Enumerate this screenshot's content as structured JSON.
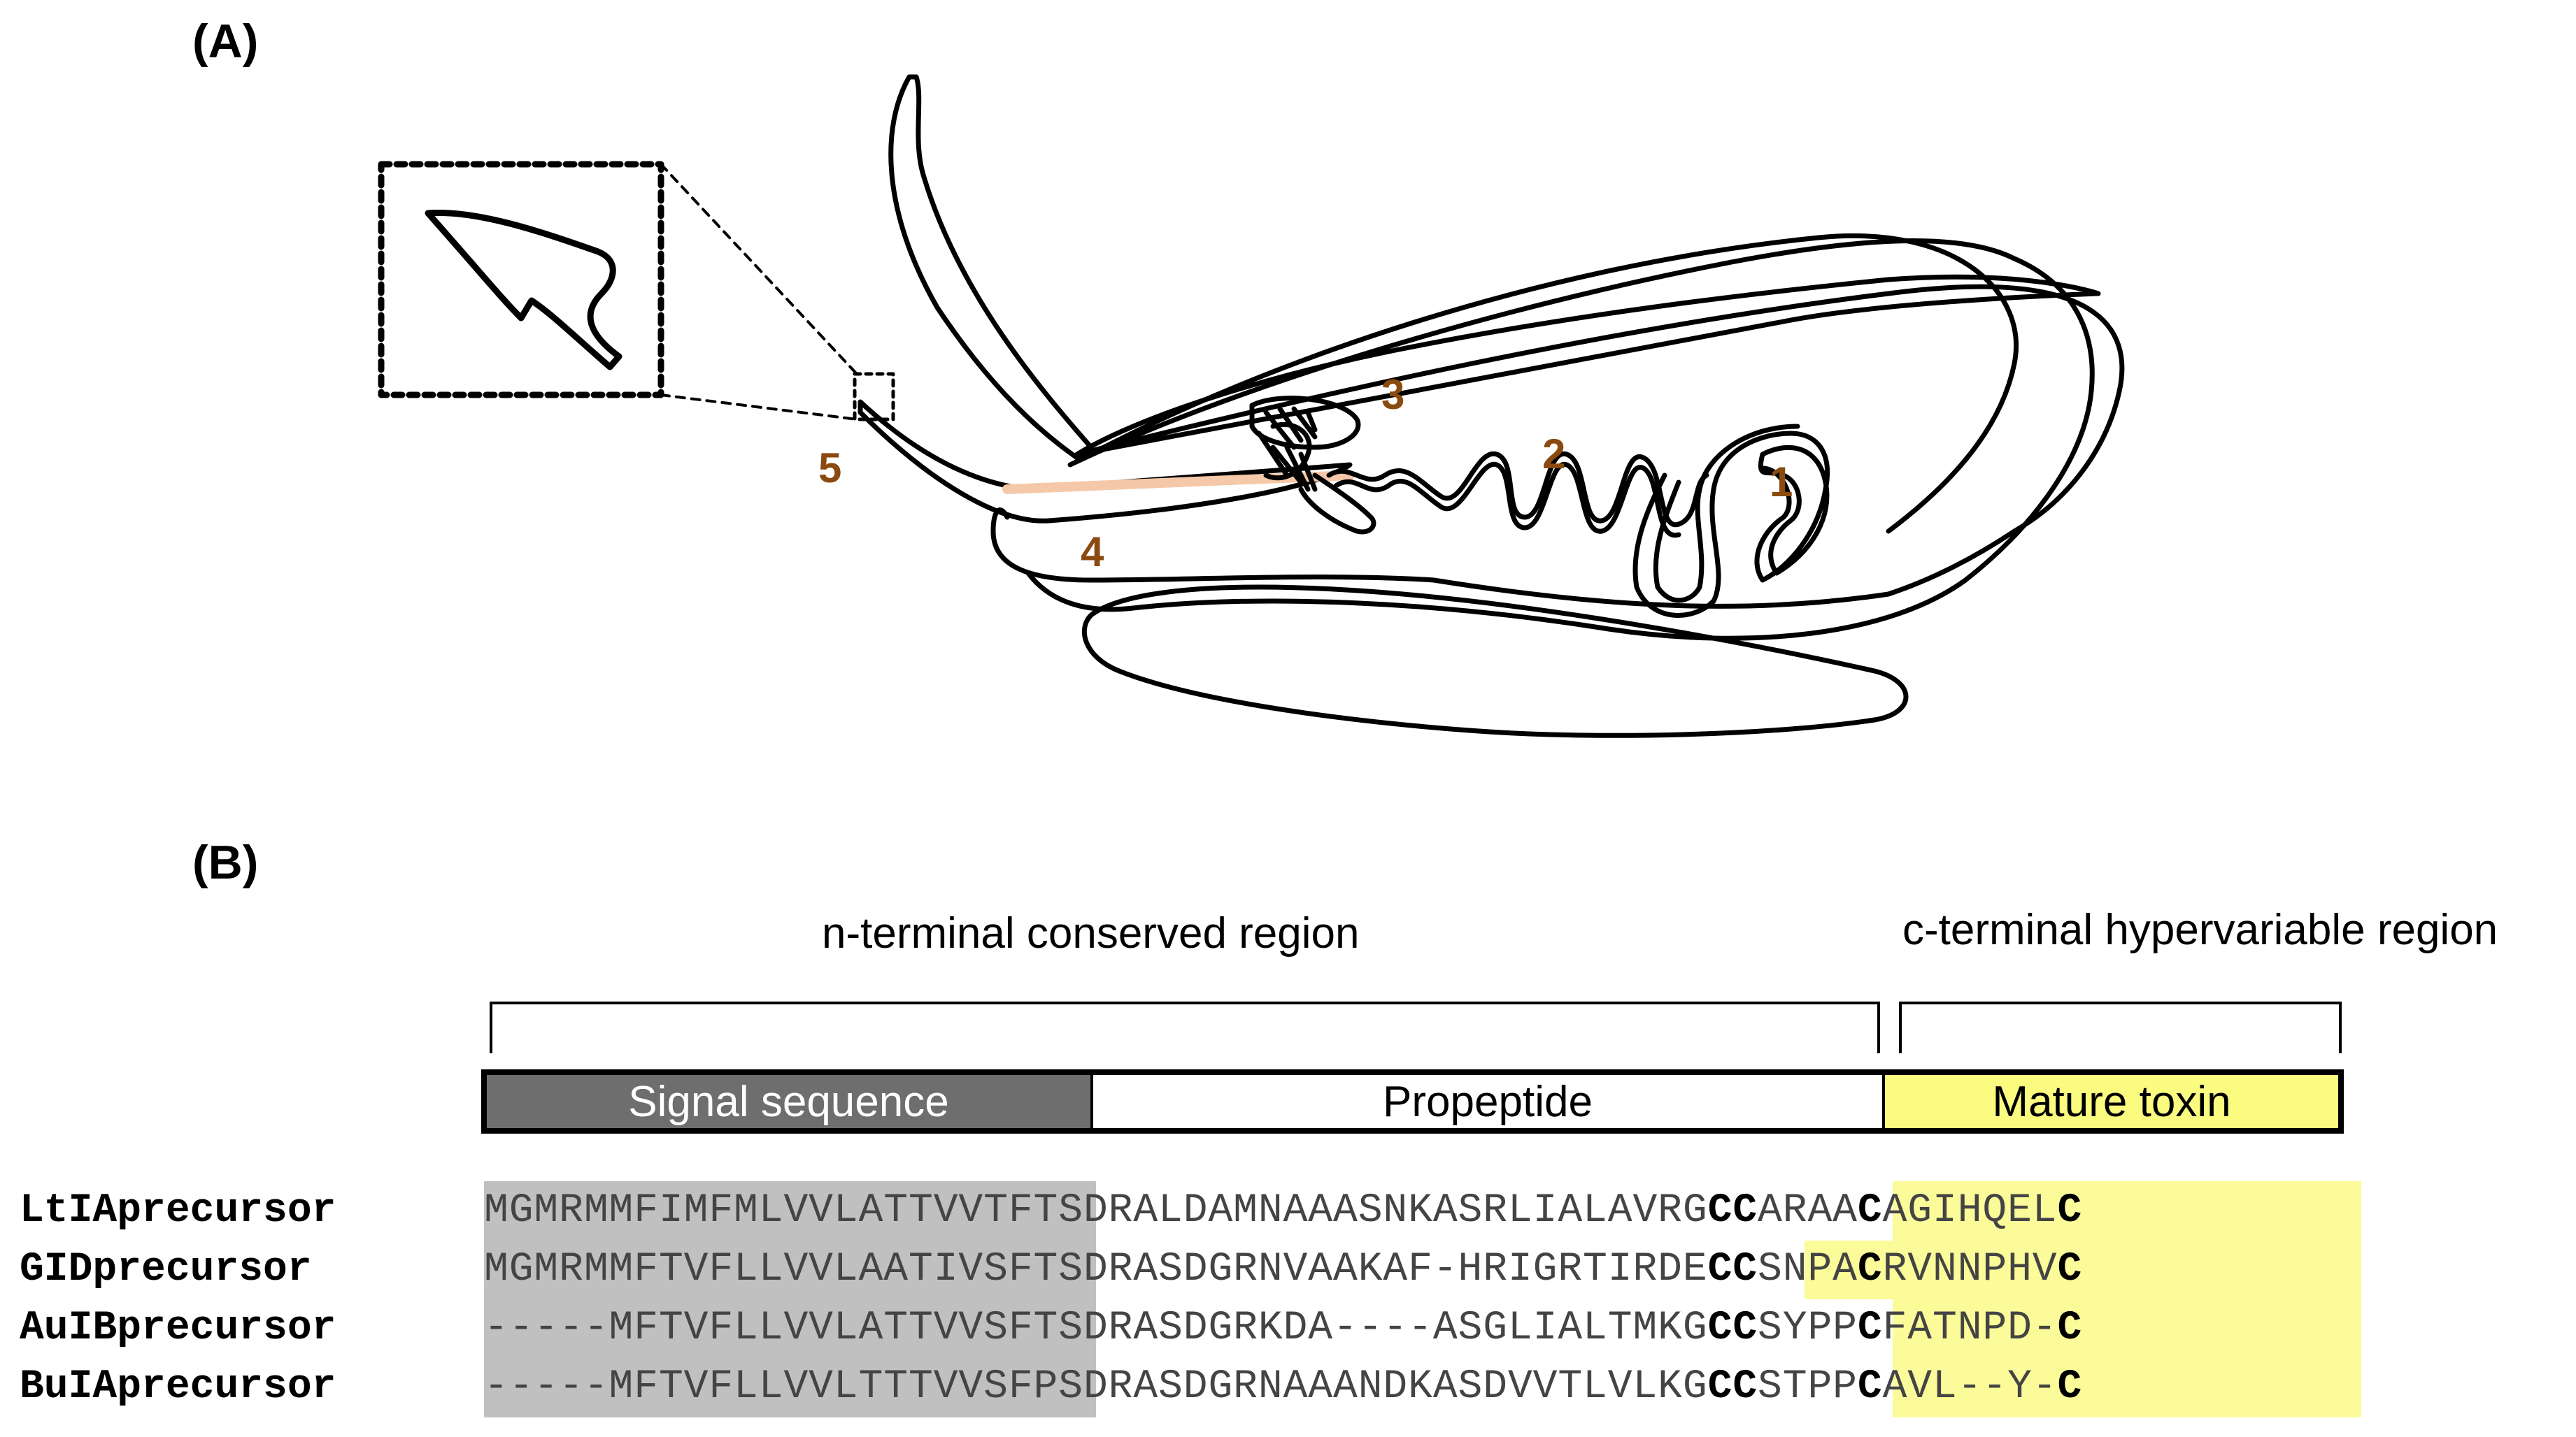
{
  "panel_a": {
    "label": "(A)",
    "numbers": [
      "1",
      "2",
      "3",
      "4",
      "5"
    ]
  },
  "panel_b": {
    "label": "(B)",
    "regions": {
      "n_terminal": "n-terminal conserved region",
      "c_terminal": "c-terminal hypervariable region"
    },
    "bar": {
      "signal": "Signal sequence",
      "propeptide": "Propeptide",
      "mature": "Mature toxin"
    },
    "sequences": [
      {
        "name": "LtIAprecursor",
        "signal": "MGMRMMFIMFMLVVLATTVVT",
        "pro": "FTSDRALDAMNAAASNKASRLIALAVR",
        "mature_parts": [
          "G",
          "CC",
          "ARAA",
          "C",
          "AGIHQEL",
          "C"
        ]
      },
      {
        "name": "GIDprecursor",
        "signal": "MGMRMMFTVFLLVVLAATIVS",
        "pro": "FTSDRASDGRNVAAKAF-HRIGRT",
        "mature_parts": [
          "IRDE",
          "CC",
          "SNPA",
          "C",
          "RVNNPHV",
          "C"
        ]
      },
      {
        "name": "AuIBprecursor",
        "signal": "-----MFTVFLLVVLATTVVS",
        "pro": "FTSDRASDGRKDA----ASGLIALTMK",
        "mature_parts": [
          "G",
          "CC",
          "SYPP",
          "C",
          "FATNPD-",
          "C"
        ]
      },
      {
        "name": "BuIAprecursor",
        "signal": "-----MFTVFLLVVLTTTVVS",
        "pro": "FPSDRASDGRNAAANDKASDVVTLVLK",
        "mature_parts": [
          "G",
          "CC",
          "STPP",
          "C",
          "AVL--Y-",
          "C"
        ]
      }
    ]
  },
  "colors": {
    "signal_bar": "#6e6e6e",
    "mature_bar": "#fbfb80",
    "number_color": "#8B4A10",
    "gray_highlight": "#c0c0c0",
    "yellow_highlight": "#fbfb9a"
  }
}
